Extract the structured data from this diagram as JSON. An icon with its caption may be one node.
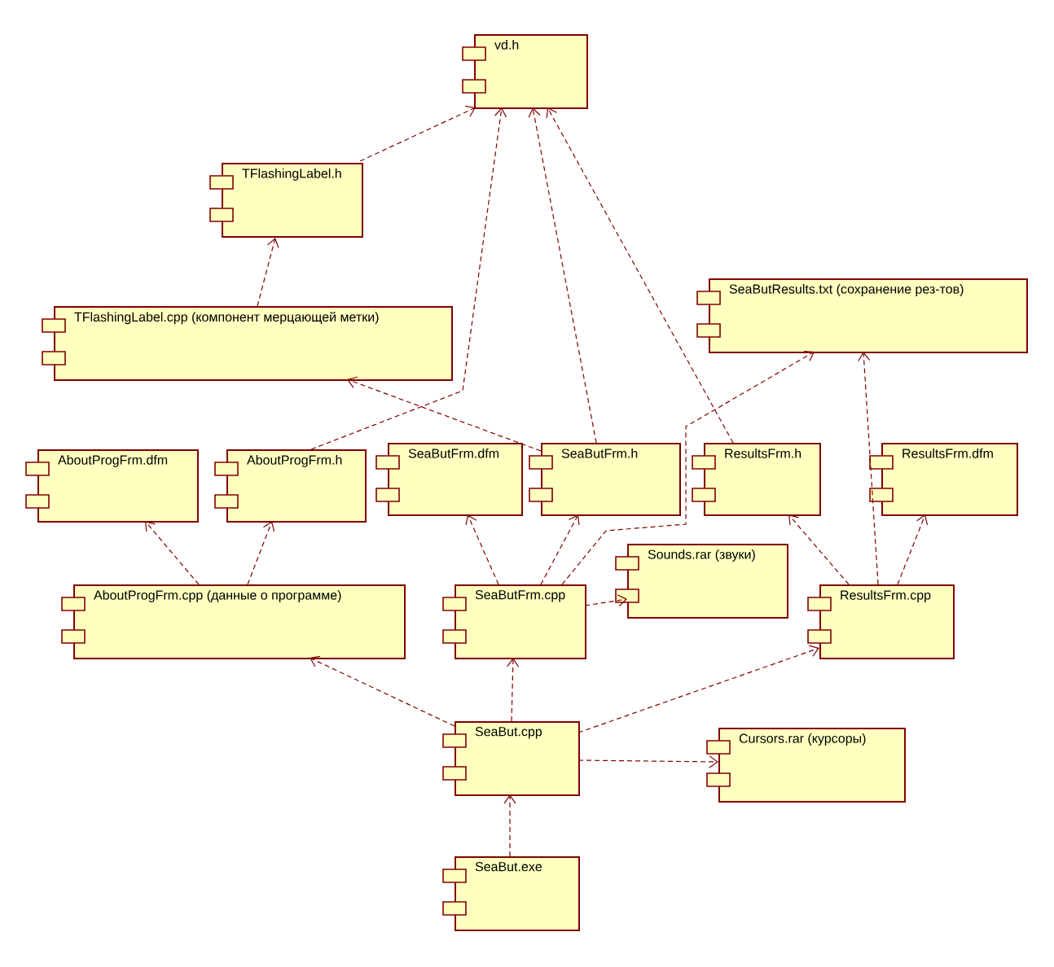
{
  "diagram": {
    "nodes": [
      {
        "text": [
          "vd.h"
        ]
      },
      {
        "text": [
          "TFlashingLabel.h"
        ]
      },
      {
        "text": [
          "TFlashingLabel.cpp (компонент мерцающей метки)"
        ]
      },
      {
        "text": [
          "AboutProgFrm.dfm"
        ]
      },
      {
        "text": [
          "AboutProgFrm.h"
        ]
      },
      {
        "text": [
          "SeaButFrm.dfm"
        ]
      },
      {
        "text": [
          "SeaButFrm.h"
        ]
      },
      {
        "text": [
          "SeaButResults.txt (сохранение рез-тов)"
        ]
      },
      {
        "text": [
          "ResultsFrm.h"
        ]
      },
      {
        "text": [
          "ResultsFrm.dfm"
        ]
      },
      {
        "text": [
          "AboutProgFrm.cpp (данные о программе)"
        ]
      },
      {
        "text": [
          "SeaButFrm.cpp"
        ]
      },
      {
        "text": [
          "Sounds.rar (звуки)"
        ]
      },
      {
        "text": [
          "ResultsFrm.cpp"
        ]
      },
      {
        "text": [
          "SeaBut.cpp"
        ]
      },
      {
        "text": [
          "Cursors.rar (курсоры)"
        ]
      },
      {
        "text": [
          "SeaBut.exe"
        ]
      }
    ],
    "edges": [
      {
        "from": 1,
        "to": 0,
        "arrow": "to",
        "style": "dashed"
      },
      {
        "from": 2,
        "to": 1,
        "arrow": "to",
        "style": "dashed"
      },
      {
        "from": 4,
        "to": 0,
        "arrow": "to",
        "style": "dashed"
      },
      {
        "from": 6,
        "to": 2,
        "arrow": "to",
        "style": "dashed"
      },
      {
        "from": 6,
        "to": 0,
        "arrow": "to",
        "style": "dashed"
      },
      {
        "from": 8,
        "to": 0,
        "arrow": "to",
        "style": "dashed"
      },
      {
        "from": 11,
        "to": 7,
        "arrow": "to",
        "style": "dashed"
      },
      {
        "from": 13,
        "to": 7,
        "arrow": "to",
        "style": "dashed"
      },
      {
        "from": 10,
        "to": 3,
        "arrow": "to",
        "style": "dashed"
      },
      {
        "from": 10,
        "to": 4,
        "arrow": "to",
        "style": "dashed"
      },
      {
        "from": 11,
        "to": 5,
        "arrow": "to",
        "style": "dashed"
      },
      {
        "from": 11,
        "to": 6,
        "arrow": "to",
        "style": "dashed"
      },
      {
        "from": 11,
        "to": 12,
        "arrow": "to",
        "style": "dashed"
      },
      {
        "from": 13,
        "to": 8,
        "arrow": "to",
        "style": "dashed"
      },
      {
        "from": 13,
        "to": 9,
        "arrow": "to",
        "style": "dashed"
      },
      {
        "from": 14,
        "to": 10,
        "arrow": "to",
        "style": "dashed"
      },
      {
        "from": 14,
        "to": 11,
        "arrow": "to",
        "style": "dashed"
      },
      {
        "from": 14,
        "to": 13,
        "arrow": "to",
        "style": "dashed"
      },
      {
        "from": 14,
        "to": 15,
        "arrow": "to",
        "style": "dashed"
      },
      {
        "from": 16,
        "to": 14,
        "arrow": "to",
        "style": "dashed"
      }
    ]
  }
}
